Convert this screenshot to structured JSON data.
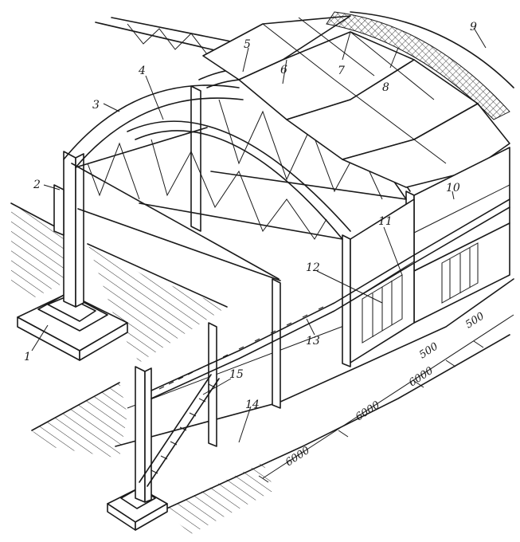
{
  "callouts": [
    {
      "label": "1"
    },
    {
      "label": "2"
    },
    {
      "label": "3"
    },
    {
      "label": "4"
    },
    {
      "label": "5"
    },
    {
      "label": "6"
    },
    {
      "label": "7"
    },
    {
      "label": "8"
    },
    {
      "label": "9"
    },
    {
      "label": "10"
    },
    {
      "label": "11"
    },
    {
      "label": "12"
    },
    {
      "label": "13"
    },
    {
      "label": "14"
    },
    {
      "label": "15"
    }
  ],
  "dimensions": [
    {
      "label": "6000"
    },
    {
      "label": "6000"
    },
    {
      "label": "6000"
    },
    {
      "label": "500"
    },
    {
      "label": "500"
    }
  ]
}
